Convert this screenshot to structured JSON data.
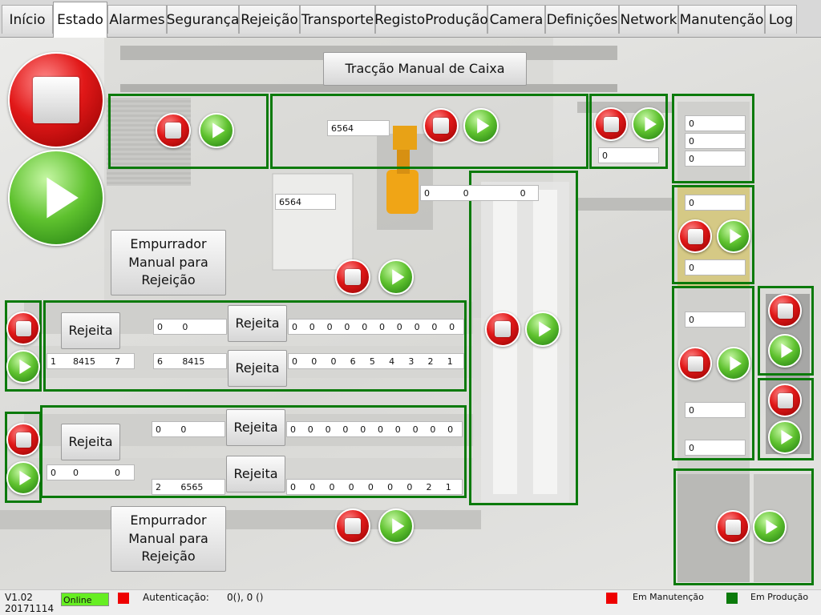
{
  "tabs": [
    "Início",
    "Estado",
    "Alarmes",
    "Segurança",
    "Rejeição",
    "Transporte",
    "RegistoProdução",
    "Camera",
    "Definições",
    "Network",
    "Manutenção",
    "Log"
  ],
  "active_tab": "Estado",
  "header_button": "Tracção Manual de Caixa",
  "empurrador_label": "Empurrador Manual para Rejeição",
  "rejeita_label": "Rejeita",
  "fields": {
    "top_center": "6564",
    "robot_platform": "6564",
    "top_right_single": "0",
    "right_stack_a": [
      "0",
      "0",
      "0"
    ],
    "right_mid_a": "0",
    "right_mid_b": "0",
    "right_lower": [
      "0",
      "0",
      "0"
    ],
    "center_row": [
      "0",
      "0",
      "0"
    ],
    "line1_top_pair": [
      "0",
      "0"
    ],
    "line1_bottom": [
      "1",
      "8415",
      "7"
    ],
    "line1_b_pair": [
      "6",
      "8415"
    ],
    "line1_queue_top": [
      "0",
      "0",
      "0",
      "0",
      "0",
      "0",
      "0",
      "0",
      "0",
      "0"
    ],
    "line1_queue_bottom": [
      "0",
      "0",
      "0",
      "6",
      "5",
      "4",
      "3",
      "2",
      "1"
    ],
    "line2_top_pair": [
      "0",
      "0"
    ],
    "line2_left": [
      "0",
      "0",
      "0"
    ],
    "line2_b_pair": [
      "2",
      "6565"
    ],
    "line2_queue_top": [
      "0",
      "0",
      "0",
      "0",
      "0",
      "0",
      "0",
      "0",
      "0",
      "0"
    ],
    "line2_queue_bottom": [
      "0",
      "0",
      "0",
      "0",
      "0",
      "0",
      "0",
      "2",
      "1"
    ]
  },
  "status": {
    "version": "V1.02",
    "build": "20171114",
    "online": "Online",
    "auth_label": "Autenticação:",
    "auth_value": "0(), 0 ()",
    "legend_maint": "Em Manutenção",
    "legend_prod": "Em Produção"
  },
  "colors": {
    "frame_green": "#0b7a0b",
    "online_green": "#66ee22",
    "maint_red": "#ee0000",
    "prod_green": "#0b7a0b"
  },
  "icons": [
    "stop-icon",
    "play-icon"
  ]
}
